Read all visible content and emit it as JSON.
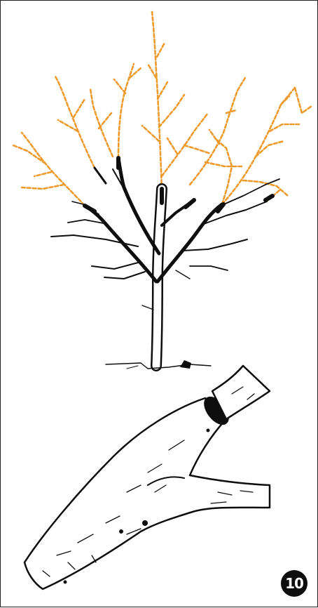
{
  "figure": {
    "number": "10",
    "colors": {
      "outline": "#0e0e0e",
      "prune_cut": "#ee9a2c",
      "background": "#ffffff"
    },
    "icons": [
      "pruned-tree-illustration",
      "branch-cut-closeup-illustration"
    ]
  }
}
